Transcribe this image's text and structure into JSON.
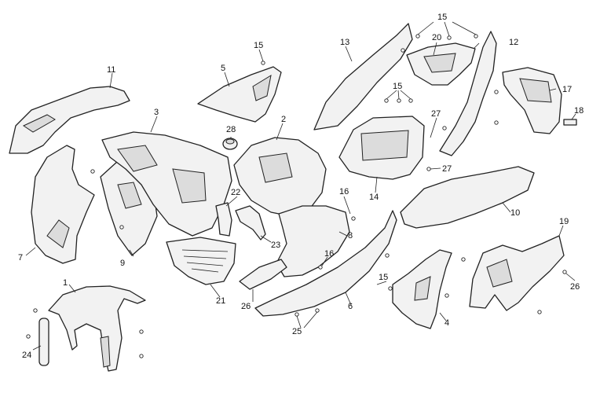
{
  "callouts": {
    "c1": "1",
    "c2": "2",
    "c3": "3",
    "c4": "4",
    "c5": "5",
    "c6": "6",
    "c7": "7",
    "c8": "8",
    "c9": "9",
    "c10": "10",
    "c11": "11",
    "c12": "12",
    "c13": "13",
    "c14": "14",
    "c15a": "15",
    "c15b": "15",
    "c15c": "15",
    "c15d": "15",
    "c16a": "16",
    "c16b": "16",
    "c17": "17",
    "c18": "18",
    "c19": "19",
    "c20": "20",
    "c21": "21",
    "c22": "22",
    "c23": "23",
    "c24": "24",
    "c25": "25",
    "c26a": "26",
    "c26b": "26",
    "c27a": "27",
    "c27b": "27",
    "c28": "28"
  }
}
